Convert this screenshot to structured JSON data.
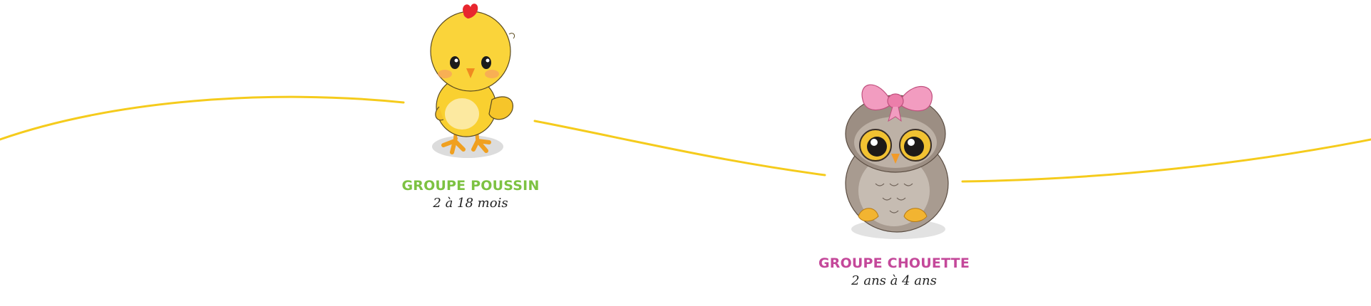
{
  "colors": {
    "wave": "#F5CB1C",
    "poussin_title": "#7DC242",
    "chouette_title": "#C4489A",
    "age_text": "#222222"
  },
  "groups": [
    {
      "title": "GROUPE POUSSIN",
      "age": "2 à 18 mois",
      "icon": "chick-icon"
    },
    {
      "title": "GROUPE CHOUETTE",
      "age": "2 ans à 4 ans",
      "icon": "owl-icon"
    }
  ]
}
